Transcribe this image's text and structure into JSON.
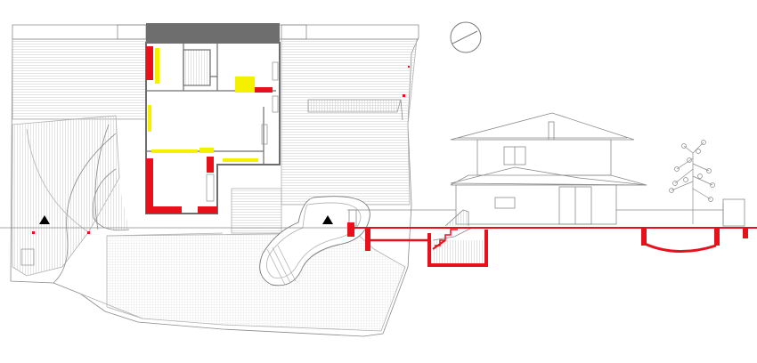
{
  "colors": {
    "background": "#ffffff",
    "line": "#8a8a8a",
    "fine_line": "#b9b9b9",
    "hatch": "#d4d4d4",
    "wall_gray": "#6e6e6e",
    "red": "#e8101a",
    "yellow": "#f5f000",
    "marker": "#000000"
  },
  "drawing": {
    "plan": {
      "label": "site-plan"
    },
    "section": {
      "label": "site-section"
    },
    "elevation": {
      "label": "house-elevation"
    },
    "north_arrow": {
      "icon": "north-arrow-icon"
    },
    "section_marks": {
      "icon": "section-mark-triangle-icon",
      "count": 2
    },
    "tree": {
      "icon": "tree-icon"
    }
  }
}
